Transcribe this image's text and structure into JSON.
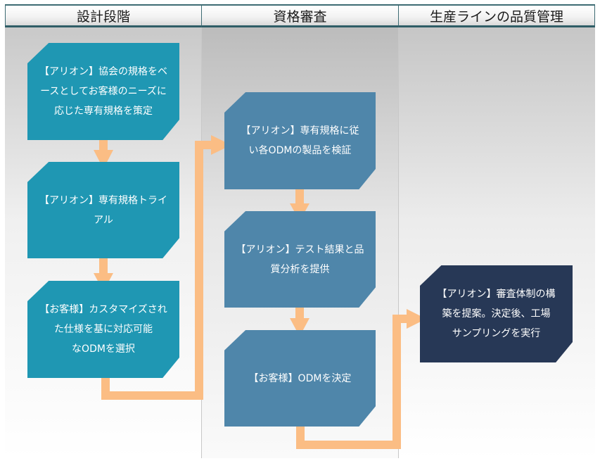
{
  "lanes": [
    {
      "title": "設計段階"
    },
    {
      "title": "資格審査"
    },
    {
      "title": "生産ラインの品質管理"
    }
  ],
  "steps": [
    {
      "text": "【アリオン】協会の規格をベ\nースとしてお客様のニーズに\n応じた専有規格を策定",
      "color": "#1f97b3"
    },
    {
      "text": "【アリオン】専有規格トライ\nアル",
      "color": "#1f97b3"
    },
    {
      "text": "【お客様】カスタマイズされ\nた仕様を基に対応可能\nなODMを選択",
      "color": "#1f97b3"
    },
    {
      "text": "【アリオン】専有規格に従\nい各ODMの製品を検証",
      "color": "#4f86aa"
    },
    {
      "text": "【アリオン】テスト結果と品\n質分析を提供",
      "color": "#4f86aa"
    },
    {
      "text": "【お客様】ODMを決定",
      "color": "#4f86aa"
    },
    {
      "text": "【アリオン】審査体制の構\n築を提案。決定後、工場\nサンプリングを実行",
      "color": "#273856"
    }
  ],
  "arrow_color": "#fbbd84"
}
